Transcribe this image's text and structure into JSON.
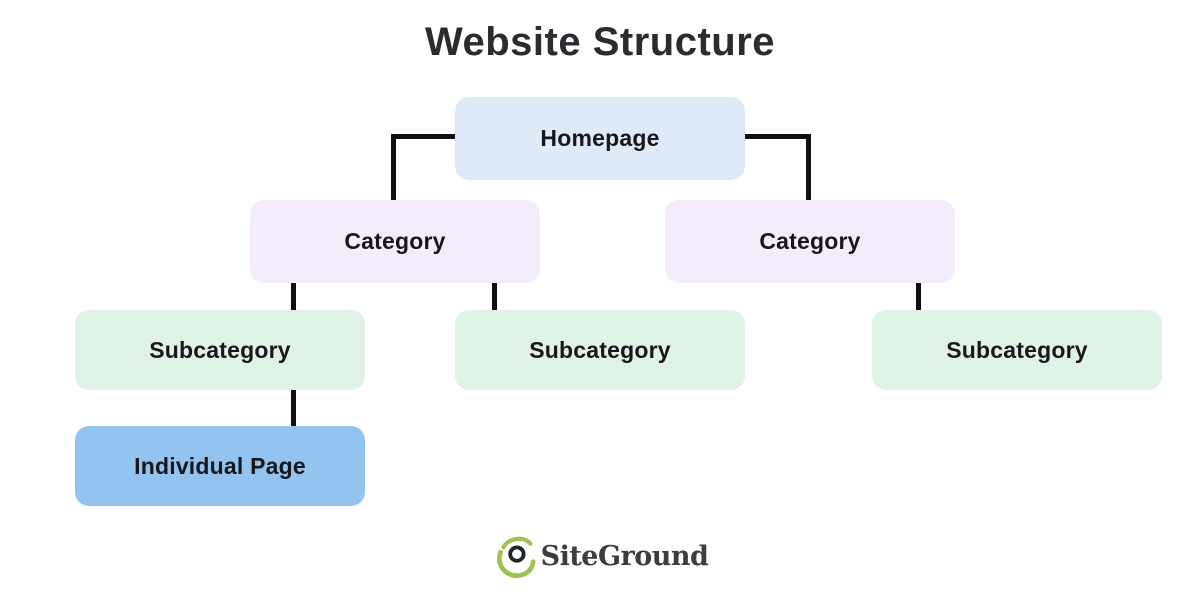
{
  "title": "Website Structure",
  "diagram": {
    "nodes": [
      {
        "id": "homepage",
        "label": "Homepage",
        "level": 1,
        "color": "#dfeaf8"
      },
      {
        "id": "category-left",
        "label": "Category",
        "level": 2,
        "color": "#f4ecfa"
      },
      {
        "id": "category-right",
        "label": "Category",
        "level": 2,
        "color": "#f4ecfa"
      },
      {
        "id": "subcategory-1",
        "label": "Subcategory",
        "level": 3,
        "color": "#def2e6"
      },
      {
        "id": "subcategory-2",
        "label": "Subcategory",
        "level": 3,
        "color": "#def2e6"
      },
      {
        "id": "subcategory-3",
        "label": "Subcategory",
        "level": 3,
        "color": "#def2e6"
      },
      {
        "id": "individual-page",
        "label": "Individual Page",
        "level": 4,
        "color": "#93c4f0"
      }
    ],
    "edges": [
      {
        "from": "homepage",
        "to": "category-left"
      },
      {
        "from": "homepage",
        "to": "category-right"
      },
      {
        "from": "category-left",
        "to": "subcategory-1"
      },
      {
        "from": "category-left",
        "to": "subcategory-2"
      },
      {
        "from": "category-right",
        "to": "subcategory-3"
      },
      {
        "from": "subcategory-1",
        "to": "individual-page"
      }
    ],
    "connector_color": "#101010"
  },
  "footer": {
    "brand": "SiteGround",
    "logo_icon": "siteground-swirl-icon"
  },
  "colors": {
    "background": "#ffffff",
    "title_text": "#2b2b30",
    "node_text": "#17171c",
    "logo_green": "#9cc353",
    "logo_text": "#3d3d3d"
  }
}
